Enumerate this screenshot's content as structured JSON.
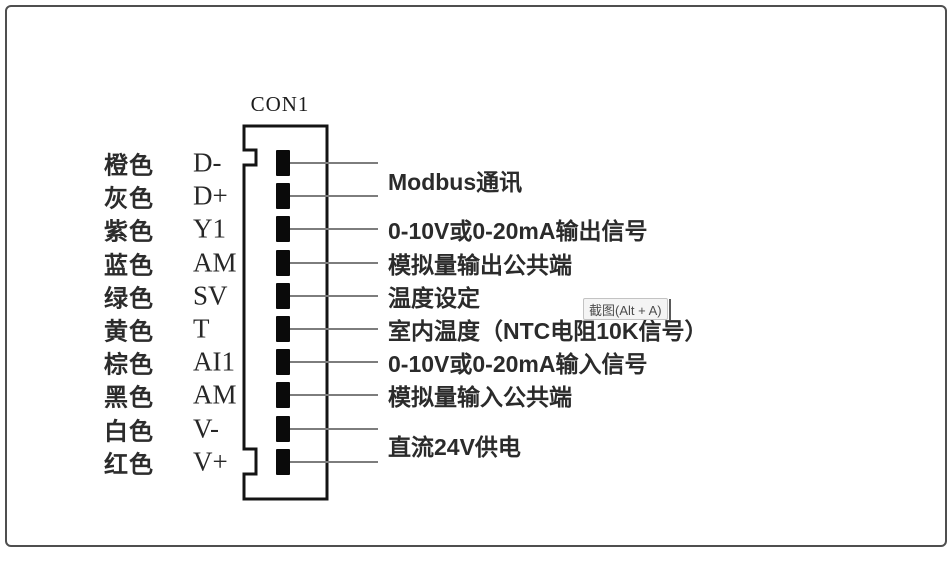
{
  "frame": {
    "background": "#ffffff",
    "border_color": "#4f4f4f"
  },
  "connector": {
    "title": "CON1",
    "pin_count": 10,
    "body_stroke": "#141414",
    "body_fill": "#ffffff",
    "pin_color": "#0a0a0a",
    "leader_line_color": "#7d7d7d"
  },
  "rows": [
    {
      "wire_color_label": "橙色",
      "pin_label": "D-"
    },
    {
      "wire_color_label": "灰色",
      "pin_label": "D+"
    },
    {
      "wire_color_label": "紫色",
      "pin_label": "Y1"
    },
    {
      "wire_color_label": "蓝色",
      "pin_label": "AM"
    },
    {
      "wire_color_label": "绿色",
      "pin_label": "SV"
    },
    {
      "wire_color_label": "黄色",
      "pin_label": "T"
    },
    {
      "wire_color_label": "棕色",
      "pin_label": "AI1"
    },
    {
      "wire_color_label": "黑色",
      "pin_label": "AM"
    },
    {
      "wire_color_label": "白色",
      "pin_label": "V-"
    },
    {
      "wire_color_label": "红色",
      "pin_label": "V+"
    }
  ],
  "signal_labels": [
    {
      "text": "Modbus通讯",
      "rows": [
        0,
        1
      ]
    },
    {
      "text": "0-10V或0-20mA输出信号",
      "rows": [
        2
      ]
    },
    {
      "text": "模拟量输出公共端",
      "rows": [
        3
      ]
    },
    {
      "text": "温度设定",
      "rows": [
        4
      ]
    },
    {
      "text": "室内温度（NTC电阻10K信号）",
      "rows": [
        5
      ]
    },
    {
      "text": "0-10V或0-20mA输入信号",
      "rows": [
        6
      ]
    },
    {
      "text": "模拟量输入公共端",
      "rows": [
        7
      ]
    },
    {
      "text": "直流24V供电",
      "rows": [
        8,
        9
      ]
    }
  ],
  "tooltip": {
    "text": "截图(Alt + A)"
  }
}
